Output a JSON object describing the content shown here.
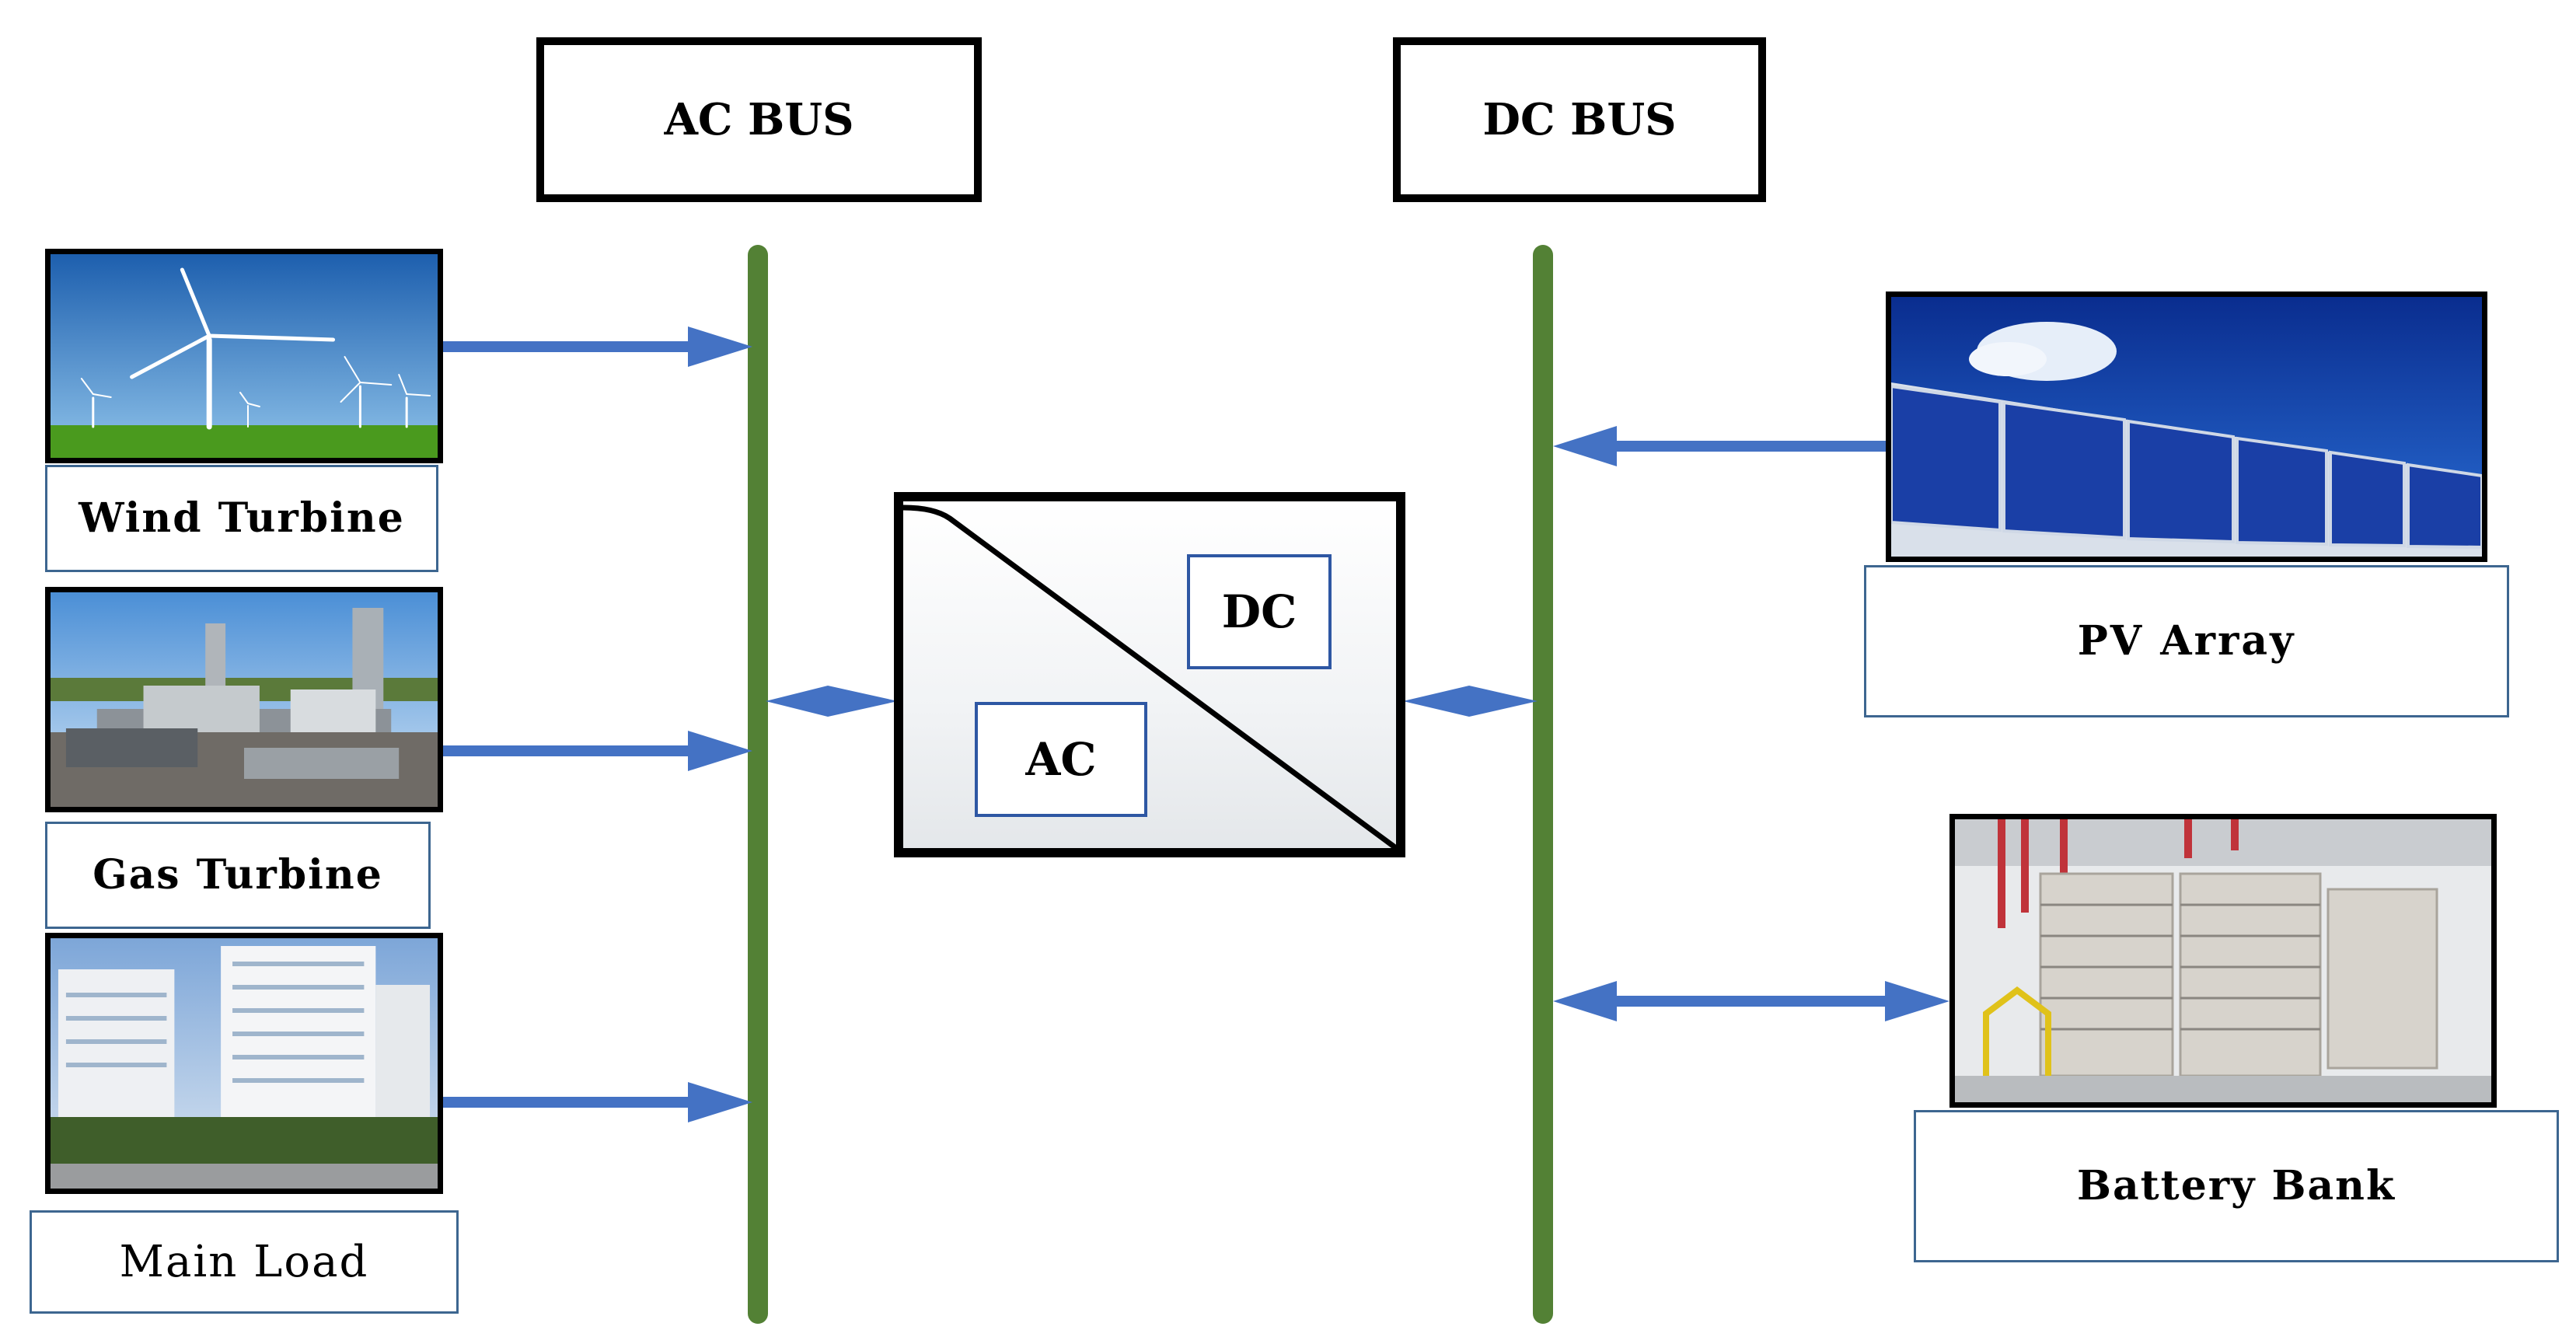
{
  "buses": {
    "ac_label": "AC BUS",
    "dc_label": "DC BUS",
    "color": "#538135"
  },
  "arrow_color": "#4472c4",
  "converter": {
    "ac_label": "AC",
    "dc_label": "DC"
  },
  "components": {
    "wind": {
      "label": "Wind Turbine",
      "icon": "wind-turbine-photo"
    },
    "gas": {
      "label": "Gas Turbine",
      "icon": "gas-turbine-photo"
    },
    "load": {
      "label": "Main Load",
      "icon": "city-buildings-photo"
    },
    "pv": {
      "label": "PV Array",
      "icon": "solar-panels-photo"
    },
    "battery": {
      "label": "Battery Bank",
      "icon": "battery-racks-photo"
    }
  }
}
